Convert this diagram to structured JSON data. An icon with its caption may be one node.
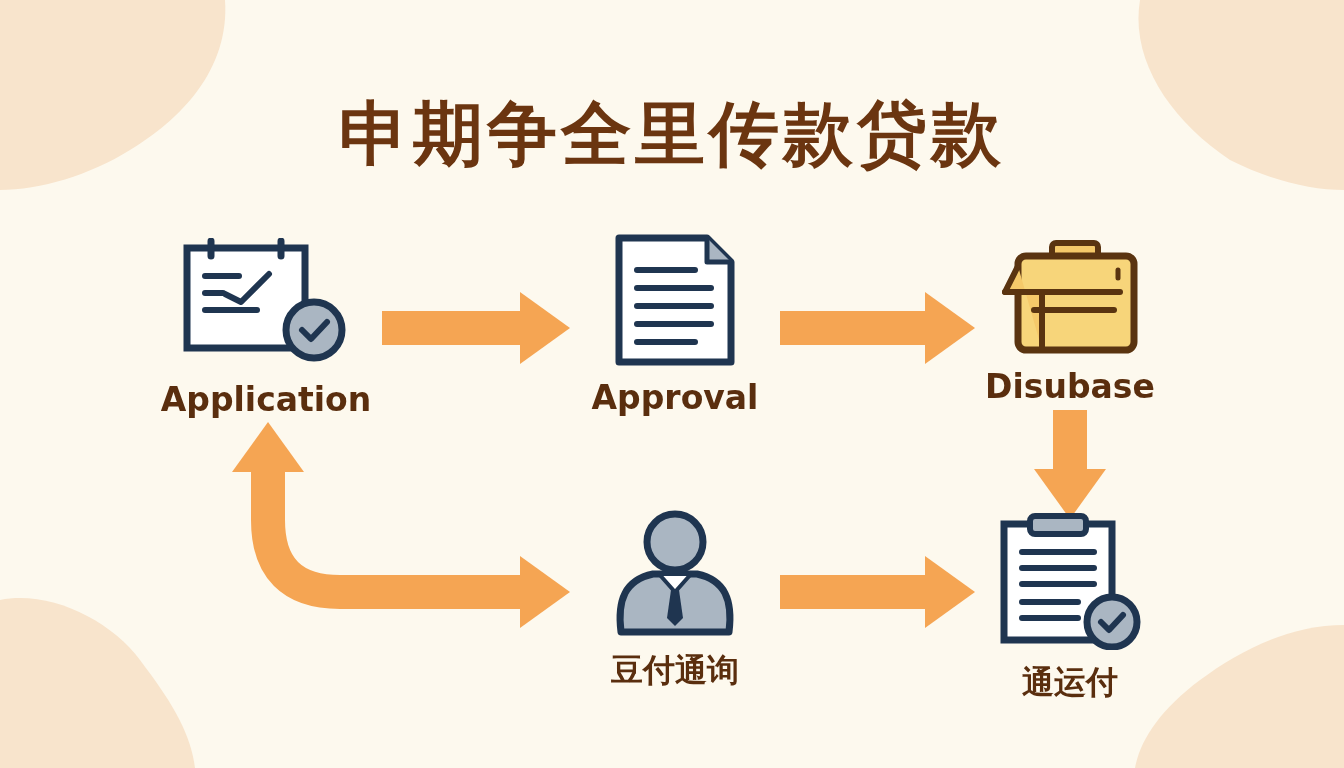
{
  "diagram": {
    "title": "申期争全里传款贷款",
    "nodes": [
      {
        "text": [
          "Application"
        ]
      },
      {
        "text": [
          "Approval"
        ]
      },
      {
        "text": [
          "Disubase"
        ]
      },
      {
        "text": [
          "豆付通询"
        ]
      },
      {
        "text": [
          "通运付"
        ]
      }
    ],
    "edges": [
      {
        "from": 0,
        "to": 1,
        "arrow": "to"
      },
      {
        "from": 1,
        "to": 2,
        "arrow": "to"
      },
      {
        "from": 2,
        "to": 4,
        "arrow": "to"
      },
      {
        "from": 0,
        "to": 3,
        "arrow": "both"
      },
      {
        "from": 3,
        "to": 4,
        "arrow": "to"
      }
    ]
  }
}
